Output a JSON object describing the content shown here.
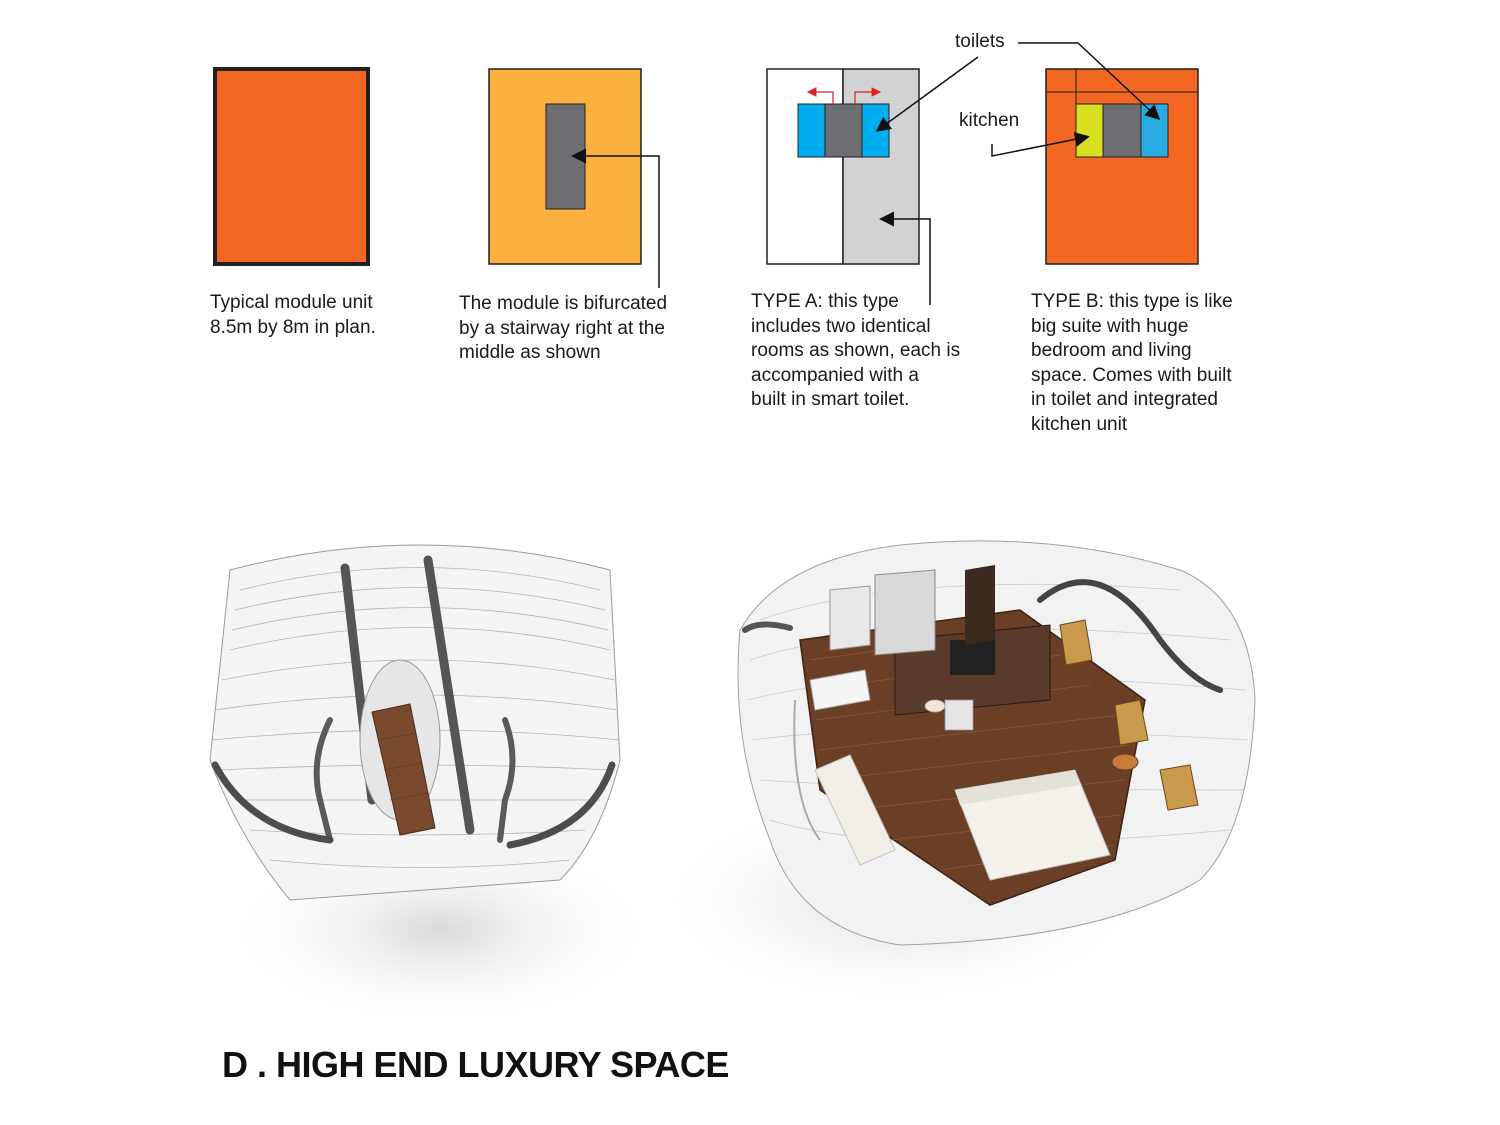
{
  "diagrams": [
    {
      "caption": "Typical module unit\n8.5m by 8m in plan."
    },
    {
      "caption": "The module is bifurcated\nby a stairway right at the\nmiddle as shown"
    },
    {
      "caption": "TYPE A: this type\nincludes two identical\nrooms as shown, each is\naccompanied with a\nbuilt in smart toilet."
    },
    {
      "caption": "TYPE B: this type is like\nbig suite with huge\nbedroom and living\nspace. Comes with built\nin toilet and integrated\nkitchen unit"
    }
  ],
  "labels": {
    "toilets": "toilets",
    "kitchen": "kitchen"
  },
  "title": "D . HIGH END LUXURY SPACE",
  "colors": {
    "module_orange": "#f26722",
    "stair_module": "#fbb040",
    "stair_gray": "#6d6e71",
    "toilet_blue": "#00aeef",
    "toilet_blue_b": "#29abe2",
    "kitchen_green": "#d7e021",
    "room_gray": "#d1d2d4",
    "floor_wood": "#6b3e26"
  }
}
